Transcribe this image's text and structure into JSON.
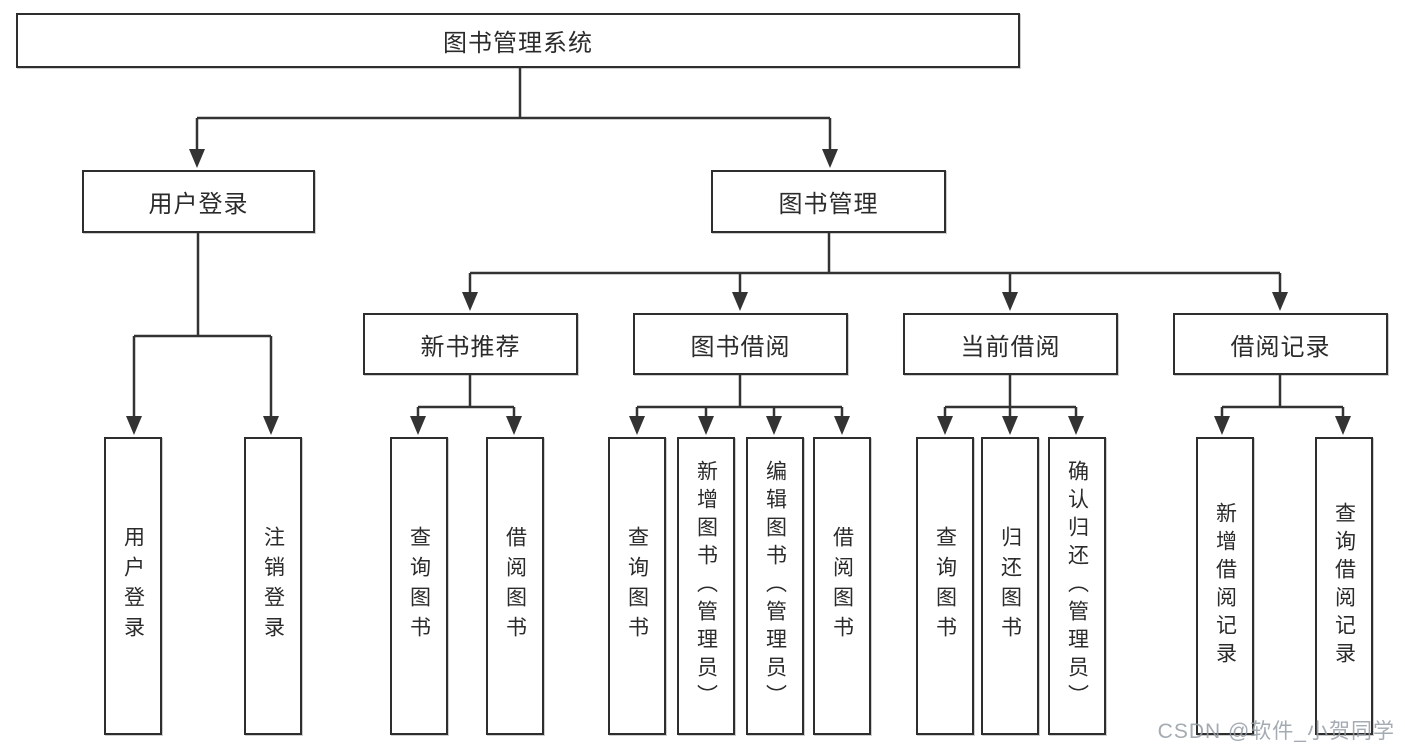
{
  "page": {
    "background_color": "#ffffff",
    "line_color": "#333333",
    "box_border_color": "#2e2e2e",
    "text_color": "#2b2b2b"
  },
  "watermark": {
    "text": "CSDN @软件_小贺同学",
    "color": "#949ca5"
  },
  "tree": {
    "label": "图书管理系统",
    "children": [
      {
        "label": "用户登录",
        "children": [
          {
            "label": "用户登录"
          },
          {
            "label": "注销登录"
          }
        ]
      },
      {
        "label": "图书管理",
        "children": [
          {
            "label": "新书推荐",
            "children": [
              {
                "label": "查询图书"
              },
              {
                "label": "借阅图书"
              }
            ]
          },
          {
            "label": "图书借阅",
            "children": [
              {
                "label": "查询图书"
              },
              {
                "label": "新增图书（管理员）"
              },
              {
                "label": "编辑图书（管理员）"
              },
              {
                "label": "借阅图书"
              }
            ]
          },
          {
            "label": "当前借阅",
            "children": [
              {
                "label": "查询图书"
              },
              {
                "label": "归还图书"
              },
              {
                "label": "确认归还（管理员）"
              }
            ]
          },
          {
            "label": "借阅记录",
            "children": [
              {
                "label": "新增借阅记录"
              },
              {
                "label": "查询借阅记录"
              }
            ]
          }
        ]
      }
    ]
  }
}
